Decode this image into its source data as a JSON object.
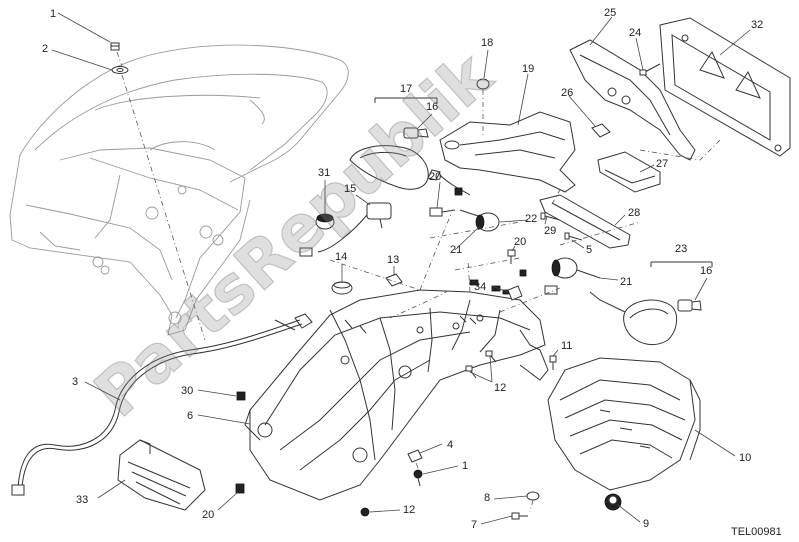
{
  "diagram": {
    "reference": "TEL00981",
    "watermark": "PartsRepublik",
    "callouts": [
      "1",
      "2",
      "3",
      "4",
      "5",
      "6",
      "7",
      "8",
      "9",
      "10",
      "11",
      "12",
      "13",
      "14",
      "15",
      "16",
      "17",
      "18",
      "19",
      "20",
      "21",
      "22",
      "23",
      "24",
      "25",
      "26",
      "27",
      "28",
      "29",
      "30",
      "31",
      "32",
      "33",
      "34"
    ],
    "labels": [
      {
        "text": "1"
      },
      {
        "text": "2"
      },
      {
        "text": "3"
      },
      {
        "text": "4"
      },
      {
        "text": "1"
      },
      {
        "text": "5"
      },
      {
        "text": "6"
      },
      {
        "text": "7"
      },
      {
        "text": "8"
      },
      {
        "text": "9"
      },
      {
        "text": "10"
      },
      {
        "text": "11"
      },
      {
        "text": "12"
      },
      {
        "text": "12"
      },
      {
        "text": "13"
      },
      {
        "text": "14"
      },
      {
        "text": "15"
      },
      {
        "text": "16"
      },
      {
        "text": "16"
      },
      {
        "text": "17"
      },
      {
        "text": "18"
      },
      {
        "text": "19"
      },
      {
        "text": "20"
      },
      {
        "text": "20"
      },
      {
        "text": "20"
      },
      {
        "text": "21"
      },
      {
        "text": "21"
      },
      {
        "text": "22"
      },
      {
        "text": "23"
      },
      {
        "text": "24"
      },
      {
        "text": "25"
      },
      {
        "text": "26"
      },
      {
        "text": "27"
      },
      {
        "text": "28"
      },
      {
        "text": "29"
      },
      {
        "text": "30"
      },
      {
        "text": "31"
      },
      {
        "text": "32"
      },
      {
        "text": "33"
      },
      {
        "text": "34"
      }
    ]
  }
}
